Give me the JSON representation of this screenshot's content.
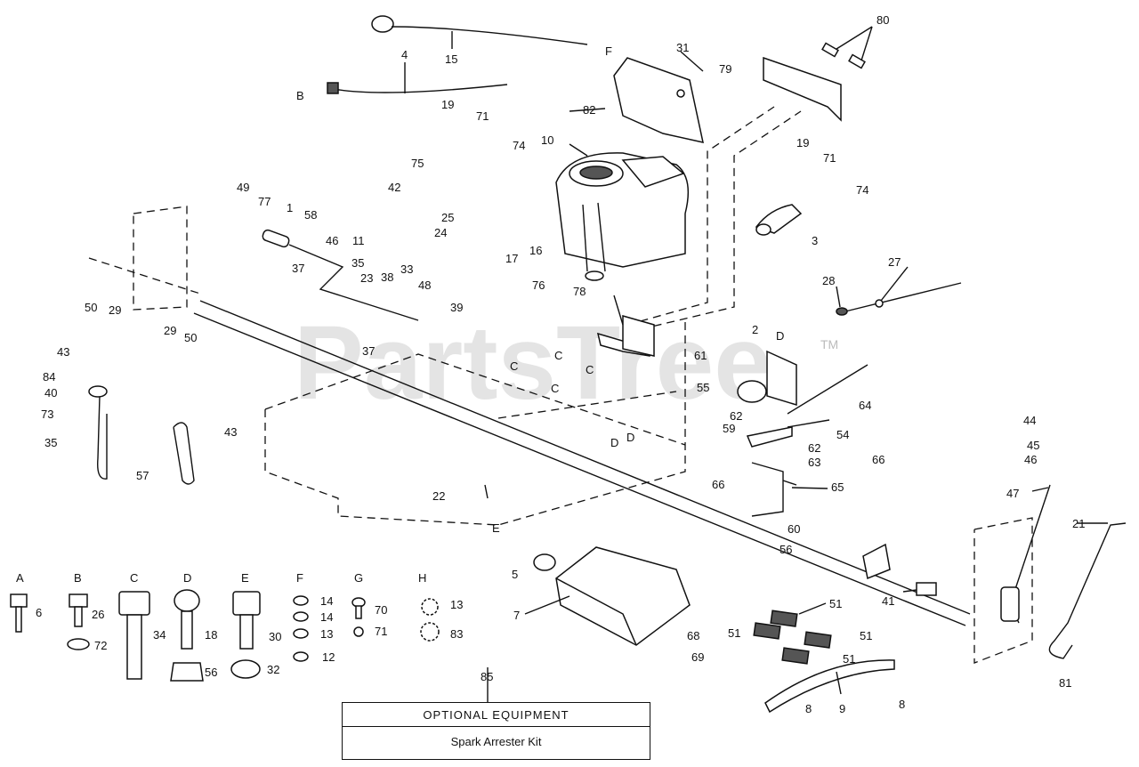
{
  "watermark": {
    "text": "PartsTree",
    "mark": "TM"
  },
  "callouts": [
    {
      "id": "c15",
      "text": "15"
    },
    {
      "id": "c4",
      "text": "4"
    },
    {
      "id": "c31",
      "text": "31"
    },
    {
      "id": "c80",
      "text": "80"
    },
    {
      "id": "c79",
      "text": "79"
    },
    {
      "id": "c82",
      "text": "82"
    },
    {
      "id": "c19a",
      "text": "19"
    },
    {
      "id": "c71a",
      "text": "71"
    },
    {
      "id": "c74a",
      "text": "74"
    },
    {
      "id": "c75",
      "text": "75"
    },
    {
      "id": "c10",
      "text": "10"
    },
    {
      "id": "c19b",
      "text": "19"
    },
    {
      "id": "c71b",
      "text": "71"
    },
    {
      "id": "c74b",
      "text": "74"
    },
    {
      "id": "c3",
      "text": "3"
    },
    {
      "id": "c49",
      "text": "49"
    },
    {
      "id": "c77",
      "text": "77"
    },
    {
      "id": "c58",
      "text": "58"
    },
    {
      "id": "c42",
      "text": "42"
    },
    {
      "id": "c25",
      "text": "25"
    },
    {
      "id": "c24",
      "text": "24"
    },
    {
      "id": "c46a",
      "text": "46"
    },
    {
      "id": "c11",
      "text": "11"
    },
    {
      "id": "c23",
      "text": "23"
    },
    {
      "id": "c33",
      "text": "33"
    },
    {
      "id": "c17",
      "text": "17"
    },
    {
      "id": "c16",
      "text": "16"
    },
    {
      "id": "c1",
      "text": "1"
    },
    {
      "id": "c35a",
      "text": "35"
    },
    {
      "id": "c37a",
      "text": "37"
    },
    {
      "id": "c38",
      "text": "38"
    },
    {
      "id": "c48",
      "text": "48"
    },
    {
      "id": "c39",
      "text": "39"
    },
    {
      "id": "c37b",
      "text": "37"
    },
    {
      "id": "c76",
      "text": "76"
    },
    {
      "id": "c78",
      "text": "78"
    },
    {
      "id": "c28",
      "text": "28"
    },
    {
      "id": "c27",
      "text": "27"
    },
    {
      "id": "c50a",
      "text": "50"
    },
    {
      "id": "c29a",
      "text": "29"
    },
    {
      "id": "c29b",
      "text": "29"
    },
    {
      "id": "c50b",
      "text": "50"
    },
    {
      "id": "c43a",
      "text": "43"
    },
    {
      "id": "c84",
      "text": "84"
    },
    {
      "id": "c40",
      "text": "40"
    },
    {
      "id": "c73",
      "text": "73"
    },
    {
      "id": "c35b",
      "text": "35"
    },
    {
      "id": "c57",
      "text": "57"
    },
    {
      "id": "c43b",
      "text": "43"
    },
    {
      "id": "c22",
      "text": "22"
    },
    {
      "id": "c2",
      "text": "2"
    },
    {
      "id": "c61",
      "text": "61"
    },
    {
      "id": "c55",
      "text": "55"
    },
    {
      "id": "c62a",
      "text": "62"
    },
    {
      "id": "c59",
      "text": "59"
    },
    {
      "id": "c64",
      "text": "64"
    },
    {
      "id": "c54",
      "text": "54"
    },
    {
      "id": "c62b",
      "text": "62"
    },
    {
      "id": "c63",
      "text": "63"
    },
    {
      "id": "c66a",
      "text": "66"
    },
    {
      "id": "c66b",
      "text": "66"
    },
    {
      "id": "c65",
      "text": "65"
    },
    {
      "id": "c60",
      "text": "60"
    },
    {
      "id": "c56a",
      "text": "56"
    },
    {
      "id": "c44",
      "text": "44"
    },
    {
      "id": "c45",
      "text": "45"
    },
    {
      "id": "c46b",
      "text": "46"
    },
    {
      "id": "c47",
      "text": "47"
    },
    {
      "id": "c21",
      "text": "21"
    },
    {
      "id": "c41",
      "text": "41"
    },
    {
      "id": "c5",
      "text": "5"
    },
    {
      "id": "c7",
      "text": "7"
    },
    {
      "id": "c51a",
      "text": "51"
    },
    {
      "id": "c51b",
      "text": "51"
    },
    {
      "id": "c51c",
      "text": "51"
    },
    {
      "id": "c51d",
      "text": "51"
    },
    {
      "id": "c68",
      "text": "68"
    },
    {
      "id": "c69",
      "text": "69"
    },
    {
      "id": "c8a",
      "text": "8"
    },
    {
      "id": "c9",
      "text": "9"
    },
    {
      "id": "c8b",
      "text": "8"
    },
    {
      "id": "c81",
      "text": "81"
    },
    {
      "id": "c85",
      "text": "85"
    },
    {
      "id": "h6",
      "text": "6"
    },
    {
      "id": "h26",
      "text": "26"
    },
    {
      "id": "h72",
      "text": "72"
    },
    {
      "id": "h34",
      "text": "34"
    },
    {
      "id": "h18",
      "text": "18"
    },
    {
      "id": "h56",
      "text": "56"
    },
    {
      "id": "h30",
      "text": "30"
    },
    {
      "id": "h32",
      "text": "32"
    },
    {
      "id": "h14a",
      "text": "14"
    },
    {
      "id": "h14b",
      "text": "14"
    },
    {
      "id": "h13a",
      "text": "13"
    },
    {
      "id": "h12",
      "text": "12"
    },
    {
      "id": "h70",
      "text": "70"
    },
    {
      "id": "h71",
      "text": "71"
    },
    {
      "id": "h13b",
      "text": "13"
    },
    {
      "id": "h83",
      "text": "83"
    }
  ],
  "ref_letters": [
    {
      "id": "rB",
      "text": "B"
    },
    {
      "id": "rF",
      "text": "F"
    },
    {
      "id": "rC1",
      "text": "C"
    },
    {
      "id": "rC2",
      "text": "C"
    },
    {
      "id": "rC3",
      "text": "C"
    },
    {
      "id": "rC4",
      "text": "C"
    },
    {
      "id": "rD1",
      "text": "D"
    },
    {
      "id": "rD2",
      "text": "D"
    },
    {
      "id": "rD3",
      "text": "D"
    },
    {
      "id": "rE",
      "text": "E"
    }
  ],
  "hardware_legend": [
    {
      "id": "gA",
      "letter": "A"
    },
    {
      "id": "gB",
      "letter": "B"
    },
    {
      "id": "gC",
      "letter": "C"
    },
    {
      "id": "gD",
      "letter": "D"
    },
    {
      "id": "gE",
      "letter": "E"
    },
    {
      "id": "gF",
      "letter": "F"
    },
    {
      "id": "gG",
      "letter": "G"
    },
    {
      "id": "gH",
      "letter": "H"
    }
  ],
  "optional_equipment": {
    "title": "OPTIONAL EQUIPMENT",
    "item": "Spark Arrester Kit"
  }
}
